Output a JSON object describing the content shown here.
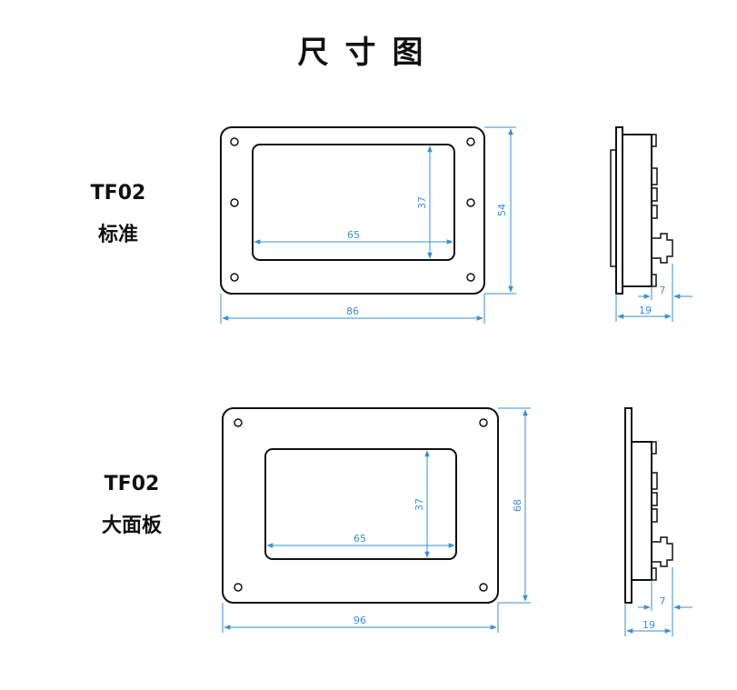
{
  "title": "尺寸图",
  "models": [
    {
      "name": "TF02",
      "variant": "标准",
      "front": {
        "window_width": "65",
        "window_height": "37",
        "outer_width": "86",
        "outer_height": "54"
      },
      "side": {
        "depth": "19",
        "protrusion": "7"
      }
    },
    {
      "name": "TF02",
      "variant": "大面板",
      "front": {
        "window_width": "65",
        "window_height": "37",
        "outer_width": "96",
        "outer_height": "68"
      },
      "side": {
        "depth": "19",
        "protrusion": "7"
      }
    }
  ],
  "colors": {
    "outline": "#111111",
    "dimension": "#3a8fd0"
  }
}
